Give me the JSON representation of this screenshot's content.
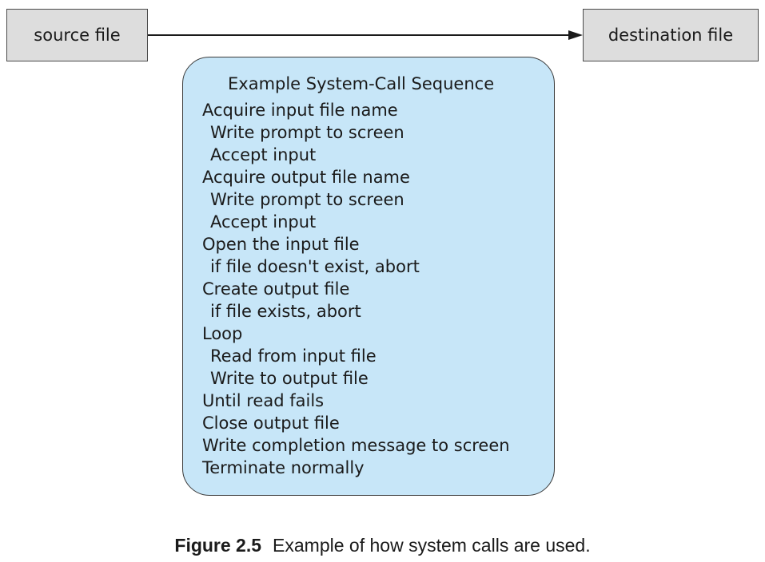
{
  "source": {
    "label": "source file"
  },
  "destination": {
    "label": "destination file"
  },
  "sequence": {
    "title": "Example System-Call Sequence",
    "steps": [
      {
        "text": "Acquire input file name",
        "indent": false
      },
      {
        "text": "Write prompt to screen",
        "indent": true
      },
      {
        "text": "Accept input",
        "indent": true
      },
      {
        "text": "Acquire output file name",
        "indent": false
      },
      {
        "text": "Write prompt to screen",
        "indent": true
      },
      {
        "text": "Accept input",
        "indent": true
      },
      {
        "text": "Open the input file",
        "indent": false
      },
      {
        "text": "if file doesn't exist, abort",
        "indent": true
      },
      {
        "text": "Create output file",
        "indent": false
      },
      {
        "text": "if file exists, abort",
        "indent": true
      },
      {
        "text": "Loop",
        "indent": false
      },
      {
        "text": "Read from input file",
        "indent": true
      },
      {
        "text": "Write to output file",
        "indent": true
      },
      {
        "text": "Until read fails",
        "indent": false
      },
      {
        "text": "Close output file",
        "indent": false
      },
      {
        "text": "Write completion message to screen",
        "indent": false
      },
      {
        "text": "Terminate normally",
        "indent": false
      }
    ]
  },
  "caption": {
    "label": "Figure 2.5",
    "text": "Example of how system calls are used."
  },
  "colors": {
    "file_box_fill": "#dddddd",
    "sequence_box_fill": "#c7e6f8",
    "stroke": "#1a1a1a"
  }
}
